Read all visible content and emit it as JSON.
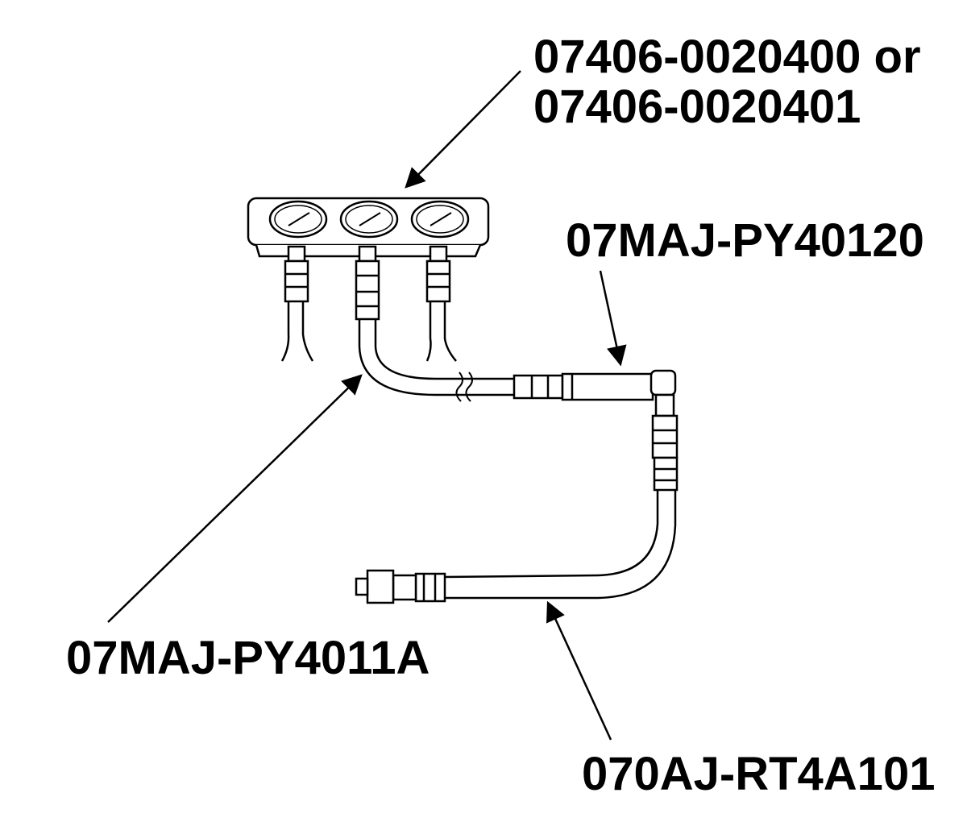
{
  "labels": {
    "gauge_set_line1": "07406-0020400 or",
    "gauge_set_line2": "07406-0020401",
    "hose_upper": "07MAJ-PY40120",
    "hose_left": "07MAJ-PY4011A",
    "hose_lower": "070AJ-RT4A101"
  },
  "colors": {
    "ink": "#000000",
    "background": "#ffffff",
    "part_fill": "#ffffff"
  }
}
